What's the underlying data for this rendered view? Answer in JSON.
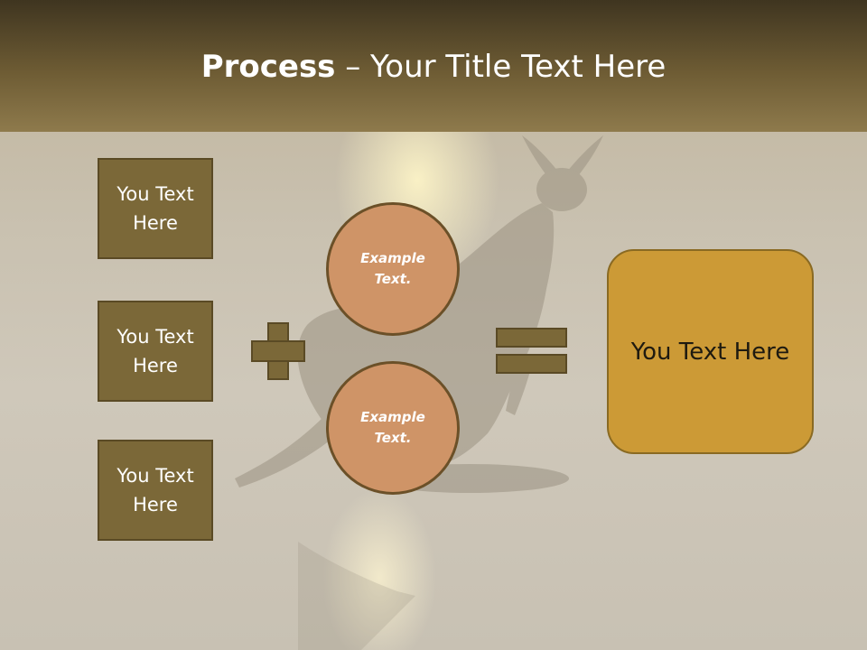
{
  "slide": {
    "title_bold": "Process",
    "title_rest": " – Your Title Text Here",
    "left_boxes": [
      {
        "label": "You Text Here"
      },
      {
        "label": "You Text Here"
      },
      {
        "label": "You Text Here"
      }
    ],
    "circles": [
      {
        "label": "Example Text."
      },
      {
        "label": "Example Text."
      }
    ],
    "result_label": "You Text Here"
  },
  "colors": {
    "header": "#6e5c34",
    "box_fill": "#7b6838",
    "circle_fill": "#cf9467",
    "result_fill": "#cc9a36",
    "operator_fill": "#7b6838"
  },
  "background": {
    "image": "kangaroo-silhouette-on-beach-at-sunset"
  }
}
